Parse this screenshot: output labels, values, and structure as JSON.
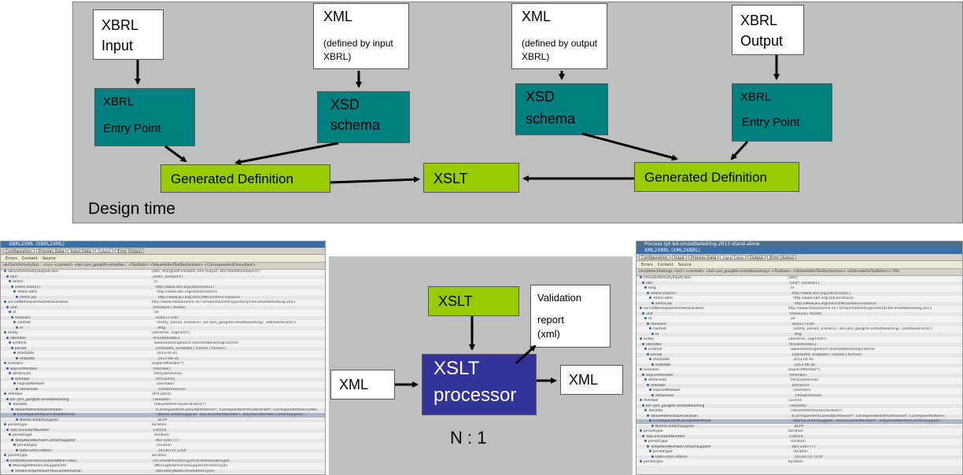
{
  "design_time": {
    "label": "Design time",
    "xbrl_input": "XBRL Input",
    "xml_left": {
      "title": "XML",
      "sub": "(defined by input XBRL)"
    },
    "xml_right": {
      "title": "XML",
      "sub": "(defined by output XBRL)"
    },
    "xbrl_output": "XBRL Output",
    "entry_point_left": {
      "line1": "XBRL",
      "line2": "Entry Point"
    },
    "xsd_left": {
      "line1": "XSD",
      "line2": "schema"
    },
    "xsd_right": {
      "line1": "XSD",
      "line2": "schema"
    },
    "entry_point_right": {
      "line1": "XBRL",
      "line2": "Entry Point"
    },
    "gen_def_left": "Generated Definition",
    "xslt": "XSLT",
    "gen_def_right": "Generated Definition"
  },
  "runtime": {
    "xml_in": "XML",
    "xslt": "XSLT",
    "processor": {
      "line1": "XSLT",
      "line2": "processor"
    },
    "validation": {
      "line1": "Validation",
      "line2": "report",
      "line3": "(xml)"
    },
    "xml_out": "XML",
    "ratio": "N : 1"
  },
  "left_shot": {
    "title": "XBRL2XML (XBRL2XML)",
    "tabs": [
      "Configuration",
      "Process Data",
      "Input Data",
      "Output",
      "Error Output"
    ],
    "active_tab": 3,
    "subtabs": [
      "Errors",
      "Content",
      "Source"
    ],
    "header": "xbrl2xmlActivityOut...  <ns>  <context>  <bd-i:pre_ganglife-omzetbe...  <TaxData>  <ValueAddedTaxDeclaration>  <CorrespondentConsultant>",
    "rows": [
      [
        "xbrl2xmlActivityOutputClass",
        "(xbrl, string(self:validate, xml:Output, xbrl:ValidationReport?)"
      ],
      [
        "xbrl",
        "(xml?, context+)"
      ],
      [
        "xmlns",
        "nl"
      ],
      [
        "xmlns:iso4217",
        "http://www.xbrl.org/2003/iso4217"
      ],
      [
        "xmlns:xbrli",
        "http://www.xbrl.org/2003/instance"
      ],
      [
        "xmlns:xsi",
        "http://www.w3.org/2001/XMLSchema-instance"
      ],
      [
        "xsi:noNamespaceSchemaLocation",
        "http://www.nltaxonomie.nl/7.0/report/bd/entrypoints/rpt-bd-omzetbelasting-2013"
      ],
      [
        "unit",
        "(measure | divide)"
      ],
      [
        "id",
        "u0"
      ],
      [
        "measure",
        "iso4217:EUR"
      ],
      [
        "context",
        "(entity, period, scenario?, bd-i:pre_ganglife-omzetbelasting?, additionalFacts?)"
      ],
      [
        "id",
        "Msg"
      ],
      [
        "entity",
        "(identifier, segment?)"
      ],
      [
        "identifier",
        "001000044853"
      ],
      [
        "scheme",
        "www.belastingdienst.nl/omzetbelastingnummer"
      ],
      [
        "period",
        "(startDate, endDate) | instant | forever)"
      ],
      [
        "startDate",
        "2013-04-01"
      ],
      [
        "endDate",
        "2013-06-30"
      ],
      [
        "scenario",
        "(explicitMember*)"
      ],
      [
        "explicitMember",
        "(member)"
      ],
      [
        "dimension",
        "PartyDimension"
      ],
      [
        "member",
        "(#PCDATA)"
      ],
      [
        "explicitMember",
        "(member)"
      ],
      [
        "dimension",
        "TimeDimension"
      ],
      [
        "member",
        "(#PCDATA)"
      ],
      [
        "bd-i:pre_ganglife-omzetbelasting",
        "(TaxData)"
      ],
      [
        "TaxData",
        "(ValueAddedTaxDeclaration*)"
      ],
      [
        "ValueAddedTaxDeclaration",
        "(CorrespondentConsultantAdvisor*, CorrespondentVATDeclarant*, CorrespondentServiceBu"
      ],
      [
        "CorrespondentConsultantAdvisor",
        "(NameContactSupplier, TaxConsultantNumber*, TelephoneNumberContactSupplier)"
      ],
      [
        "NameContactSupplier",
        "BCPP"
      ],
      [
        "periodType",
        "duration"
      ],
      [
        "TaxConsultantNumber",
        "234554"
      ],
      [
        "periodType",
        "duration"
      ],
      [
        "TelephoneNumberContactSupplier",
        "065-5287777"
      ],
      [
        "periodType",
        "duration"
      ],
      [
        "DateTimeCreation",
        "20130715 1254"
      ],
      [
        "periodType",
        "duration"
      ],
      [
        "InstallationDistanceSalesWithinTheEC",
        "(IncomeNoIncomeTypeInstallationSaleType)"
      ],
      [
        "MessageReferenceSupplierVAT",
        "(MessageReferenceSupplierVATItemType)"
      ],
      [
        "SmallEntrepreneurProvisionReduction",
        "(MonetaryNoDecimals4ItemType)"
      ],
      [
        "SoftwarePackageName",
        "(xbrli:stringItemType)"
      ]
    ],
    "selected_row": 28
  },
  "right_shot": {
    "window_title": "Process rpt-bd-omzetbelasting-2013 stand-alone",
    "title": "XML2XBRL (XML2XBRL)",
    "tabs": [
      "Configuration",
      "Input",
      "Process Data",
      "Input Data",
      "Output",
      "Error Output"
    ],
    "active_tab": 3,
    "subtabs": [
      "Errors",
      "Content",
      "Source"
    ],
    "header": "omzDetectSettings  <bd>  <context>  <bd-i:pre_ganglife-omzetbelasting>  <TaxData>  <ValueAddedTaxDeclaration>  <EstimateOnTaxReturn> 550",
    "rows": [
      [
        "xml2xbrlActivityInputClass",
        "(xbrl)"
      ],
      [
        "xbrl",
        "(unit*, context+)"
      ],
      [
        "lang",
        "nl"
      ],
      [
        "xmlns:iso4217",
        "http://www.xbrl.org/2003/iso4217"
      ],
      [
        "xmlns:xbrli",
        "http://www.xbrl.org/2003/instance"
      ],
      [
        "xmlns:xsi",
        "http://www.w3.org/2001/XMLSchema-instance"
      ],
      [
        "xsi:noNamespaceSchemaLocation",
        "http://www.nltaxonomie.nl/7.0/report/bd/entrypoints/rpt-bd-omzetbelasting-2013"
      ],
      [
        "unit",
        "(measure | divide)"
      ],
      [
        "id",
        "u0"
      ],
      [
        "measure",
        "iso4217:EUR"
      ],
      [
        "context",
        "(entity, period, scenario?, bd-i:pre_ganglife-omzetbelasting?, additionalFacts?)"
      ],
      [
        "id",
        "Msg"
      ],
      [
        "entity",
        "(identifier, segment?)"
      ],
      [
        "identifier",
        "001000044853"
      ],
      [
        "scheme",
        "www.belastingdienst.nl/omzetbelastingnummer"
      ],
      [
        "period",
        "(startDate, endDate) | instant | forever)"
      ],
      [
        "startDate",
        "2013-04-01"
      ],
      [
        "endDate",
        "2013-06-30"
      ],
      [
        "scenario",
        "(explicitMember*)"
      ],
      [
        "explicitMember",
        "(member)"
      ],
      [
        "dimension",
        "PartyDimension"
      ],
      [
        "member",
        "Declarant"
      ],
      [
        "explicitMember",
        "(member)"
      ],
      [
        "dimension",
        "TimeDimension"
      ],
      [
        "member",
        "Current"
      ],
      [
        "bd-i:pre_ganglife-omzetbelasting",
        "(TaxData)"
      ],
      [
        "TaxData",
        "(ValueAddedTaxDeclaration*)"
      ],
      [
        "ValueAddedTaxDeclaration",
        "(CorrespondentConsultantAdvisor*, CorrespondentVATDeclarant*, CorrespondentServi"
      ],
      [
        "CorrespondentConsultantAdvisor",
        "(NameContactSupplier, TaxConsultantNumber*, TelephoneNumberContactSupplier)"
      ],
      [
        "NameContactSupplier",
        "BCPP"
      ],
      [
        "periodType",
        "duration"
      ],
      [
        "TaxConsultantNumber",
        "234554"
      ],
      [
        "periodType",
        "duration"
      ],
      [
        "TelephoneNumberContactSupplier",
        "065-5287777"
      ],
      [
        "periodType",
        "duration"
      ],
      [
        "DateTimeCreation",
        "20130715 1254"
      ],
      [
        "periodType",
        "duration"
      ]
    ],
    "selected_row": 28
  }
}
